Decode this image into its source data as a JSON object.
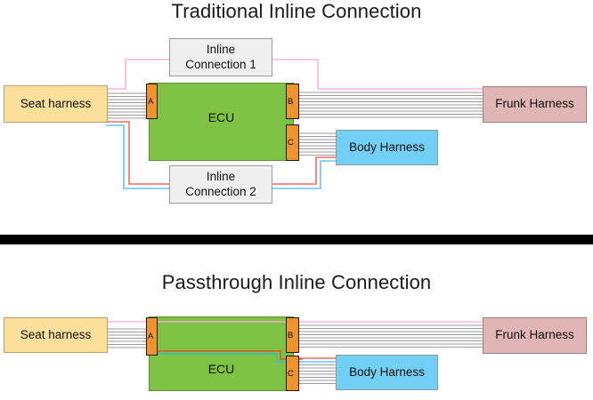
{
  "page": {
    "background": "#ffffff",
    "divider_color": "#000000"
  },
  "colors": {
    "seat_harness": "#fbdf9b",
    "frunk_harness": "#e0b5b5",
    "body_harness": "#72d0f4",
    "ecu": "#7dc242",
    "connector": "#f0922e",
    "inline_box": "#f0f0f0",
    "wire_gray": "#9a9a9a",
    "wire_pink": "#ffb3e0",
    "wire_red": "#fb6a5a",
    "wire_blue": "#5ec8f5"
  },
  "diagrams": [
    {
      "id": "traditional",
      "title": "Traditional Inline Connection",
      "nodes": {
        "seat_harness": "Seat harness",
        "frunk_harness": "Frunk Harness",
        "body_harness": "Body Harness",
        "ecu": "ECU",
        "inline_1_line_1": "Inline",
        "inline_1_line_2": "Connection 1",
        "inline_2_line_1": "Inline",
        "inline_2_line_2": "Connection 2"
      },
      "connectors": [
        {
          "label": "A"
        },
        {
          "label": "B"
        },
        {
          "label": "C"
        }
      ]
    },
    {
      "id": "passthrough",
      "title": "Passthrough Inline Connection",
      "nodes": {
        "seat_harness": "Seat harness",
        "frunk_harness": "Frunk Harness",
        "body_harness": "Body Harness",
        "ecu": "ECU"
      },
      "connectors": [
        {
          "label": "A"
        },
        {
          "label": "B"
        },
        {
          "label": "C"
        }
      ]
    }
  ]
}
